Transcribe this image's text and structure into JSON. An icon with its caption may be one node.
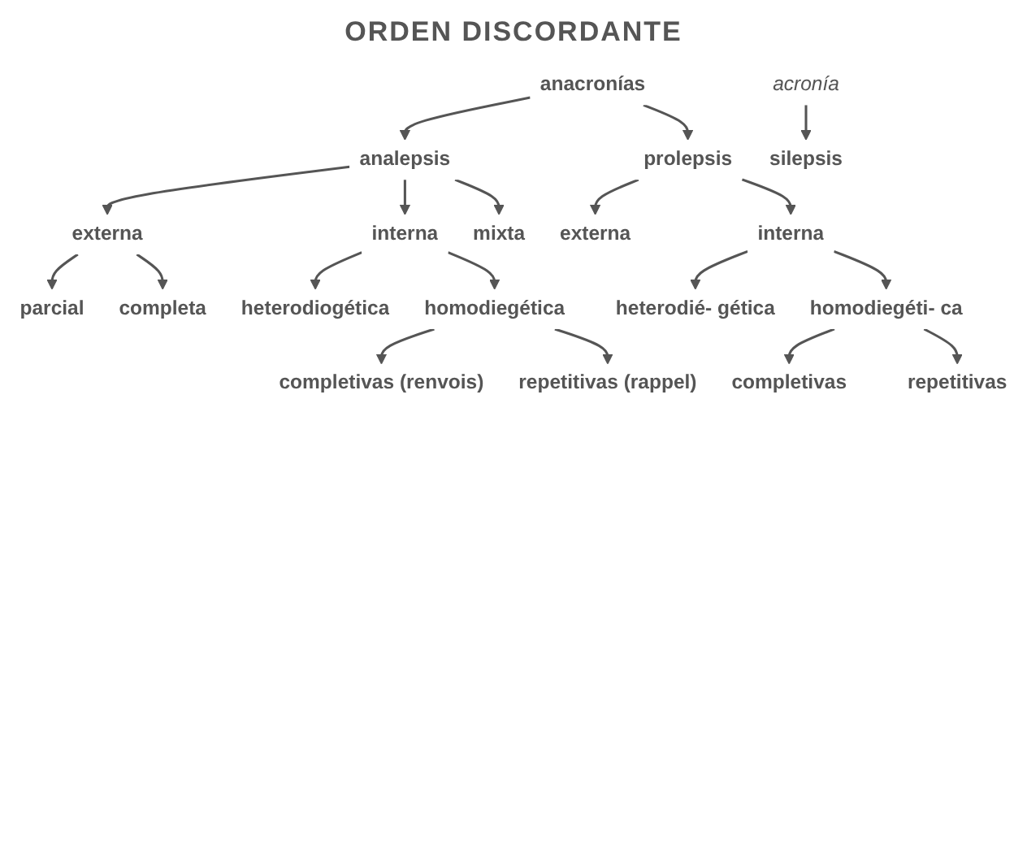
{
  "diagram": {
    "title": "ORDEN DISCORDANTE",
    "nodes": [
      {
        "text": [
          "anacronías"
        ]
      },
      {
        "text": [
          "analepsis"
        ]
      },
      {
        "text": [
          "prolepsis"
        ]
      },
      {
        "text": [
          "externa"
        ]
      },
      {
        "text": [
          "interna"
        ]
      },
      {
        "text": [
          "mixta"
        ]
      },
      {
        "text": [
          "externa"
        ]
      },
      {
        "text": [
          "interna"
        ]
      },
      {
        "text": [
          "parcial"
        ]
      },
      {
        "text": [
          "completa"
        ]
      },
      {
        "text": [
          "heterodiogética"
        ]
      },
      {
        "text": [
          "homodiegética"
        ]
      },
      {
        "text": [
          "heterodié- gética"
        ]
      },
      {
        "text": [
          "homodiegéti- ca"
        ]
      },
      {
        "text": [
          "completivas (renvois)"
        ]
      },
      {
        "text": [
          "repetitivas (rappel)"
        ]
      },
      {
        "text": [
          "completivas"
        ]
      },
      {
        "text": [
          "repetitivas"
        ]
      },
      {
        "text": [
          "acronía"
        ]
      },
      {
        "text": [
          "silepsis"
        ]
      }
    ],
    "edges": [
      {
        "from": 0,
        "to": 1,
        "arrow": "to"
      },
      {
        "from": 0,
        "to": 2,
        "arrow": "to"
      },
      {
        "from": 1,
        "to": 3,
        "arrow": "to"
      },
      {
        "from": 1,
        "to": 4,
        "arrow": "to"
      },
      {
        "from": 1,
        "to": 5,
        "arrow": "to"
      },
      {
        "from": 2,
        "to": 6,
        "arrow": "to"
      },
      {
        "from": 2,
        "to": 7,
        "arrow": "to"
      },
      {
        "from": 3,
        "to": 8,
        "arrow": "to"
      },
      {
        "from": 3,
        "to": 9,
        "arrow": "to"
      },
      {
        "from": 4,
        "to": 10,
        "arrow": "to"
      },
      {
        "from": 4,
        "to": 11,
        "arrow": "to"
      },
      {
        "from": 7,
        "to": 12,
        "arrow": "to"
      },
      {
        "from": 7,
        "to": 13,
        "arrow": "to"
      },
      {
        "from": 11,
        "to": 14,
        "arrow": "to"
      },
      {
        "from": 11,
        "to": 15,
        "arrow": "to"
      },
      {
        "from": 13,
        "to": 16,
        "arrow": "to"
      },
      {
        "from": 13,
        "to": 17,
        "arrow": "to"
      },
      {
        "from": 18,
        "to": 19,
        "arrow": "to"
      }
    ]
  }
}
